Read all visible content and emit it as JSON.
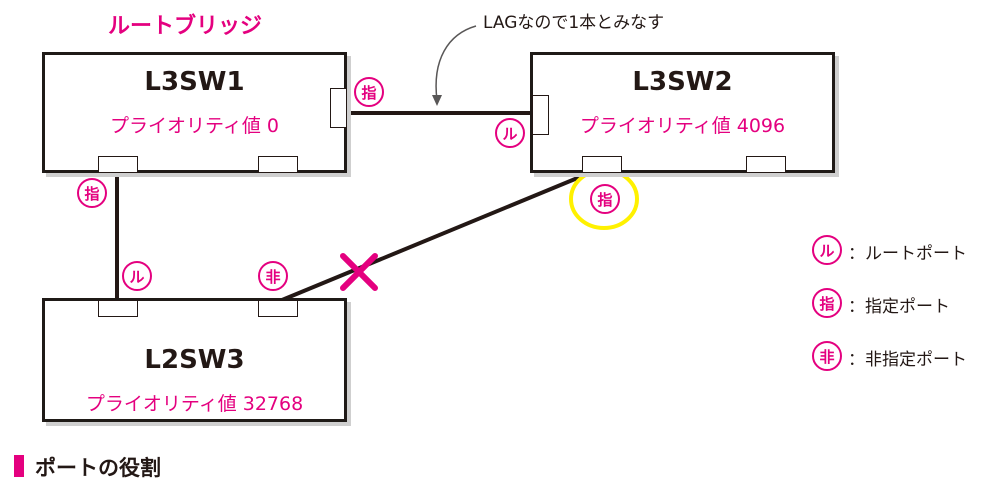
{
  "title": "ルートブリッジ",
  "lag_note": "LAGなので1本とみなす",
  "switches": {
    "l3sw1": {
      "name": "L3SW1",
      "priority": "プライオリティ値 0"
    },
    "l3sw2": {
      "name": "L3SW2",
      "priority": "プライオリティ値 4096"
    },
    "l2sw3": {
      "name": "L2SW3",
      "priority": "プライオリティ値 32768"
    }
  },
  "port_badges": {
    "root": "ル",
    "designated": "指",
    "non_designated": "非"
  },
  "legend": {
    "root": "：ルートポート",
    "designated": "：指定ポート",
    "non_designated": "：非指定ポート"
  },
  "caption": "ポートの役割",
  "colors": {
    "accent": "#e4007f",
    "line": "#231815",
    "highlight": "#fff100",
    "blocked_mark": "#e4007f"
  },
  "blocked_link": "L2SW3–L3SW2"
}
